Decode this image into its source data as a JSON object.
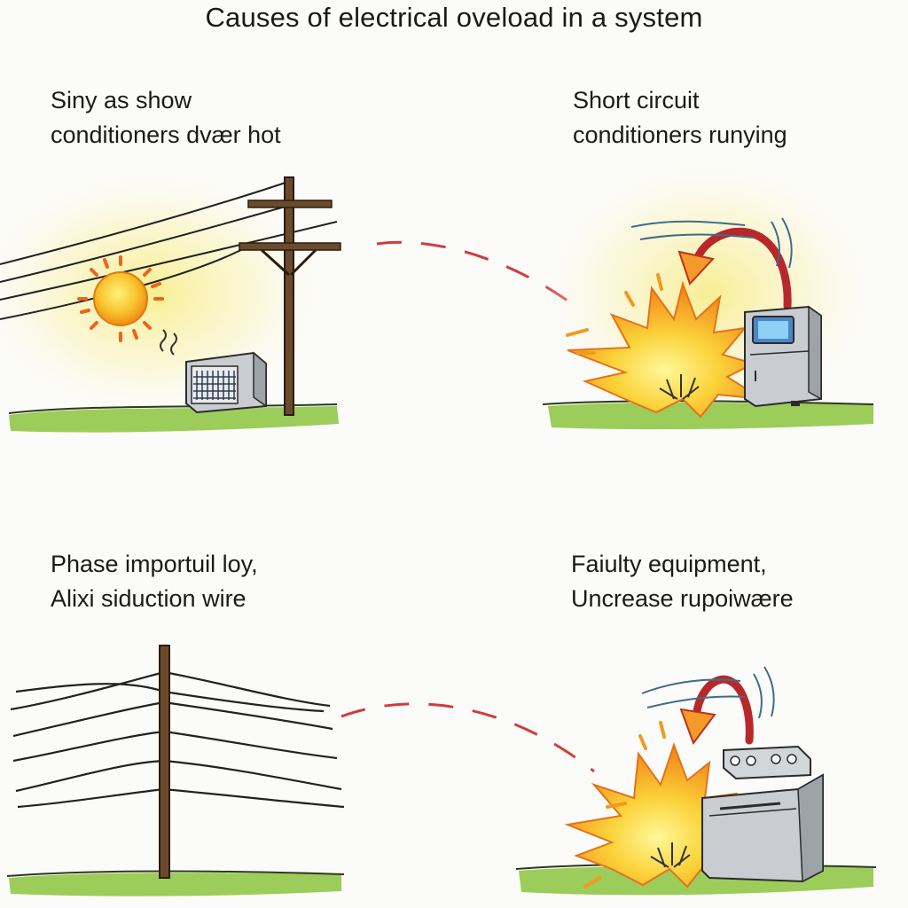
{
  "title": "Causes of electrical oveload in a system",
  "panels": [
    {
      "id": "top-left",
      "line1": "Siny  as show",
      "line2": "conditioners dvær hot"
    },
    {
      "id": "top-right",
      "line1": "Short circuit",
      "line2": "conditioners runying"
    },
    {
      "id": "bottom-left",
      "line1": "Phase importuil loy,",
      "line2": "Alixi siduction wire"
    },
    {
      "id": "bottom-right",
      "line1": "Faiulty equipment,",
      "line2": "Uncrease rupoiwære"
    }
  ],
  "colors": {
    "background": "#fbfbf9",
    "sun": "#f6b51e",
    "glow": "#f8f2a6",
    "grass": "#8cc63f",
    "pole": "#6b4a2b",
    "fire": "#f7a21b",
    "arrow": "#c62b2b",
    "dashed_arrow": "#d23b3b",
    "appliance": "#c9ccd0"
  }
}
